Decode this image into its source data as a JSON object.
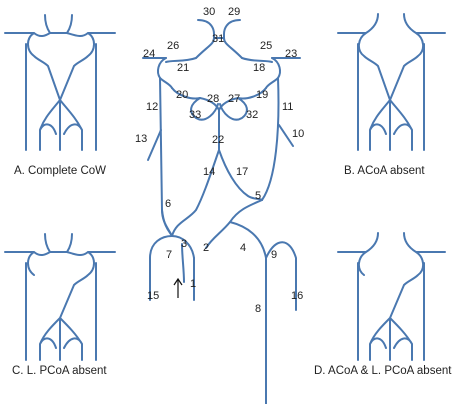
{
  "captions": {
    "a": "A. Complete CoW",
    "b": "B. ACoA absent",
    "c": "C. L. PCoA absent",
    "d": "D. ACoA & L. PCoA absent"
  },
  "segment_labels": {
    "s1": "1",
    "s2": "2",
    "s3": "3",
    "s4": "4",
    "s5": "5",
    "s6": "6",
    "s7": "7",
    "s8": "8",
    "s9": "9",
    "s10": "10",
    "s11": "11",
    "s12": "12",
    "s13": "13",
    "s14": "14",
    "s15": "15",
    "s16": "16",
    "s17": "17",
    "s18": "18",
    "s19": "19",
    "s20": "20",
    "s21": "21",
    "s22": "22",
    "s23": "23",
    "s24": "24",
    "s25": "25",
    "s26": "26",
    "s27": "27",
    "s28": "28",
    "s29": "29",
    "s30": "30",
    "s31": "31",
    "s32": "32",
    "s33": "33"
  },
  "colors": {
    "vessel": "#4a78b0",
    "text": "#222222"
  }
}
